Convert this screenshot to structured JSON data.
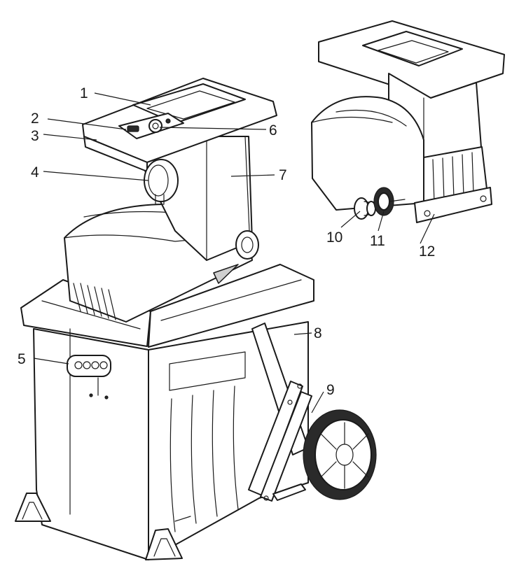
{
  "callouts": [
    {
      "number": "1"
    },
    {
      "number": "2"
    },
    {
      "number": "3"
    },
    {
      "number": "4"
    },
    {
      "number": "5"
    },
    {
      "number": "6"
    },
    {
      "number": "7"
    },
    {
      "number": "8"
    },
    {
      "number": "9"
    },
    {
      "number": "10"
    },
    {
      "number": "11"
    },
    {
      "number": "12"
    }
  ]
}
